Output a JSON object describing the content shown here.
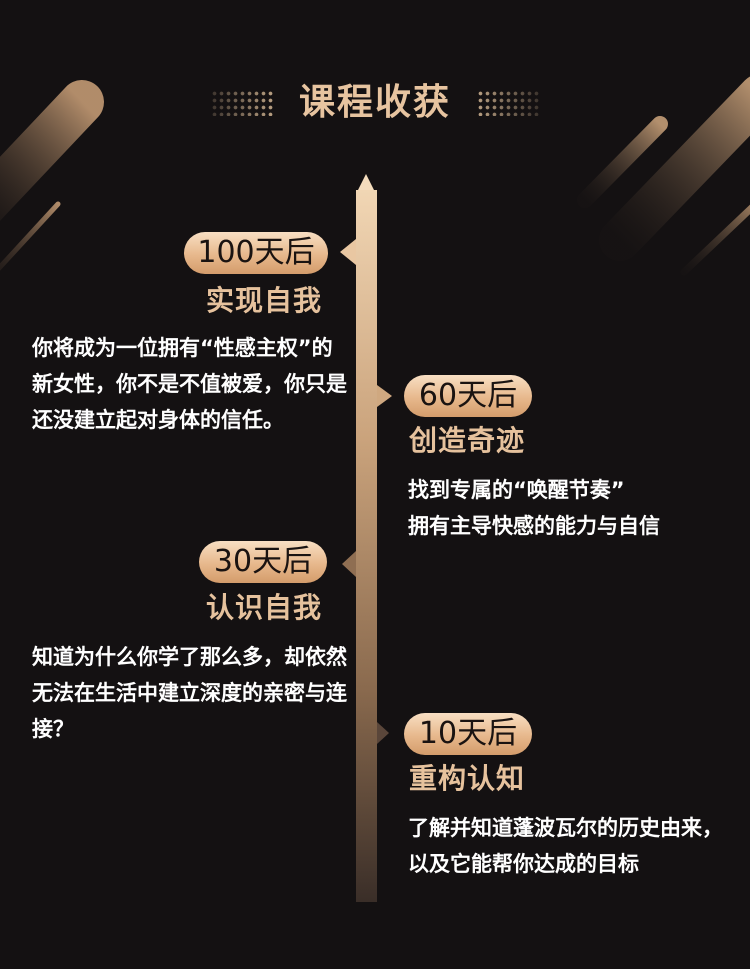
{
  "header": {
    "title": "课程收获"
  },
  "milestones": [
    {
      "badge": "100天后",
      "heading": "实现自我",
      "description": "你将成为一位拥有“性感主权”的新女性，你不是不值被爱，你只是还没建立起对身体的信任。"
    },
    {
      "badge": "60天后",
      "heading": "创造奇迹",
      "description_lines": [
        "找到专属的“唤醒节奏”",
        "拥有主导快感的能力与自信"
      ]
    },
    {
      "badge": "30天后",
      "heading": "认识自我",
      "description": "知道为什么你学了那么多，却依然无法在生活中建立深度的亲密与连接？"
    },
    {
      "badge": "10天后",
      "heading": "重构认知",
      "description": "了解并知道蓬波瓦尔的历史由来，以及它能帮你达成的目标"
    }
  ],
  "colors": {
    "background": "#141112",
    "accent_gold": "#e7c4a0",
    "badge_gradient_top": "#f8dfc3",
    "badge_gradient_bottom": "#d49c6b",
    "description_text": "#ffffff"
  }
}
